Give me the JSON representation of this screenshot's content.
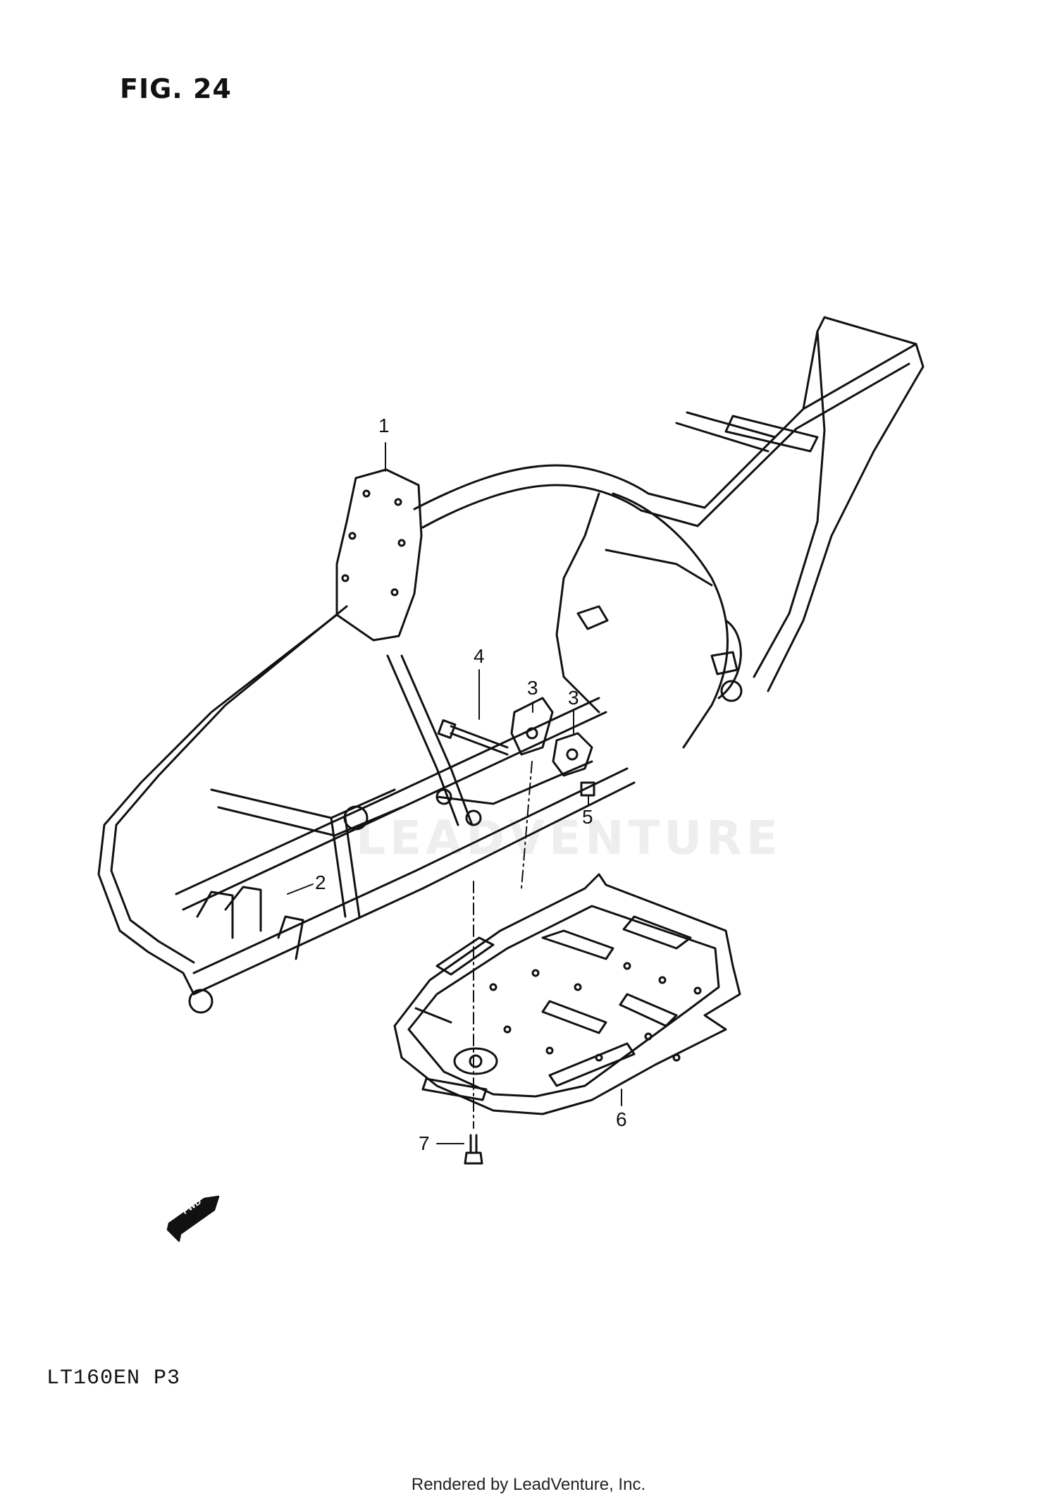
{
  "figure": {
    "title": "FIG. 24",
    "model_code": "LT160EN P3"
  },
  "callouts": [
    {
      "id": "1",
      "label": "1"
    },
    {
      "id": "2",
      "label": "2"
    },
    {
      "id": "3a",
      "label": "3"
    },
    {
      "id": "3b",
      "label": "3"
    },
    {
      "id": "4",
      "label": "4"
    },
    {
      "id": "5",
      "label": "5"
    },
    {
      "id": "6",
      "label": "6"
    },
    {
      "id": "7",
      "label": "7"
    }
  ],
  "fwd_arrow": {
    "label": "FWD"
  },
  "watermark": {
    "text": "LEADVENTURE"
  },
  "footer": {
    "text": "Rendered by LeadVenture, Inc."
  }
}
